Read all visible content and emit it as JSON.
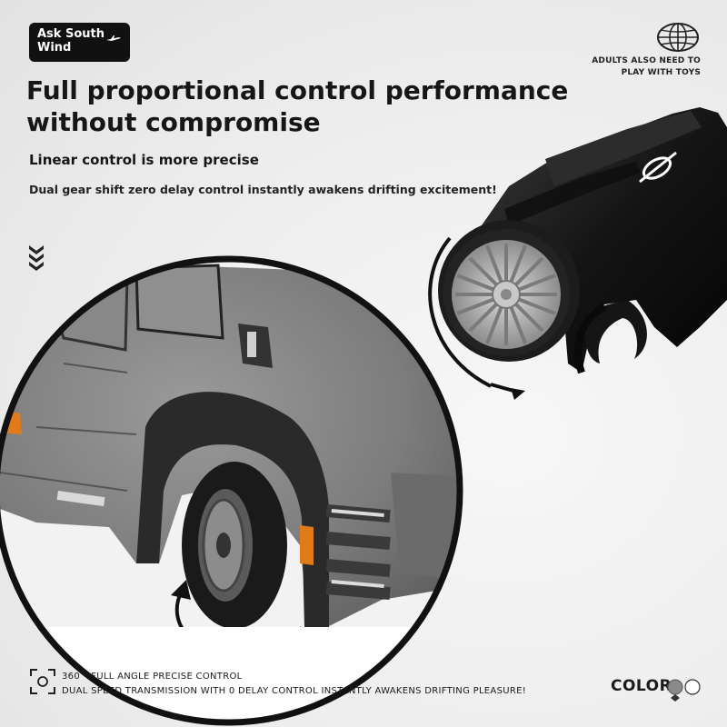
{
  "brand": {
    "name": "Ask South Wind",
    "icon": "airplane-icon"
  },
  "top_right": {
    "icon": "globe-icon",
    "line1": "ADULTS ALSO NEED TO",
    "line2": "PLAY WITH TOYS"
  },
  "headline": {
    "line1": "Full proportional control performance",
    "line2": "without compromise"
  },
  "subheadline": "Linear control is more precise",
  "description": "Dual gear shift zero delay control instantly awakens drifting excitement!",
  "decor": {
    "chevron_icon": "triple-chevron-down-icon"
  },
  "footer": {
    "icon": "360-frame-icon",
    "line1": "360 ° FULL ANGLE PRECISE CONTROL",
    "line2": "DUAL SPEED TRANSMISSION WITH 0 DELAY CONTROL INSTANTLY AWAKENS DRIFTING PLEASURE!",
    "color_label": "COLOR",
    "swatches": [
      {
        "name": "gray",
        "hex": "#8a8a8a"
      },
      {
        "name": "white",
        "hex": "#ffffff"
      }
    ]
  },
  "colors": {
    "badge_bg": "#111111",
    "text_dark": "#161616",
    "truck_body": "#7b7b7b",
    "controller_body": "#151515",
    "accent_orange": "#e07a1a"
  }
}
